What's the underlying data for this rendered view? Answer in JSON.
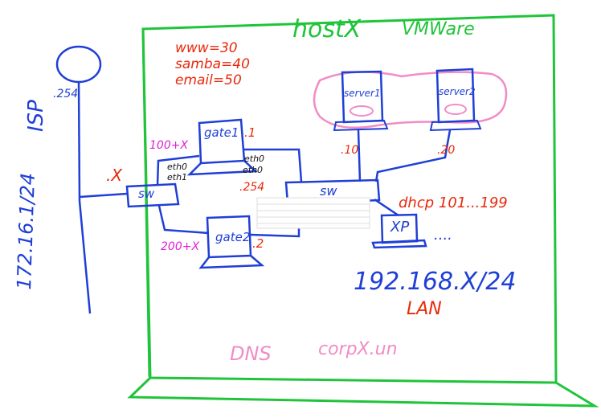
{
  "host": {
    "name": "hostX",
    "platform": "VMWare"
  },
  "ports": [
    "www=30",
    "samba=40",
    "email=50"
  ],
  "isp": {
    "label": "ISP",
    "network": "172.16.1/24",
    "router_octet": ".254",
    "host_octet": ".X"
  },
  "gateways": [
    {
      "name": "gate1",
      "octet": ".1",
      "tag": "100+X",
      "if_left": [
        "eth0",
        "eth1"
      ],
      "if_right": [
        "eth0",
        "eth0"
      ],
      "right_octet": ".254"
    },
    {
      "name": "gate2",
      "octet": ".2",
      "tag": "200+X"
    }
  ],
  "switches": [
    {
      "label": "sw"
    },
    {
      "label": "sw"
    }
  ],
  "servers": [
    {
      "name": "server1",
      "octet": ".10"
    },
    {
      "name": "server2",
      "octet": ".20"
    }
  ],
  "client": {
    "name": "XP",
    "dhcp": "dhcp 101...199",
    "more": "...."
  },
  "lan": {
    "network": "192.168.X/24",
    "label": "LAN"
  },
  "dns": {
    "label": "DNS",
    "domain": "corpX.un"
  },
  "colors": {
    "frame": "#20c43a",
    "network": "#1f3fd6",
    "annotation": "#e8290b",
    "cluster": "#f18cc6",
    "tag": "#e020d8",
    "ink": "#111111"
  }
}
